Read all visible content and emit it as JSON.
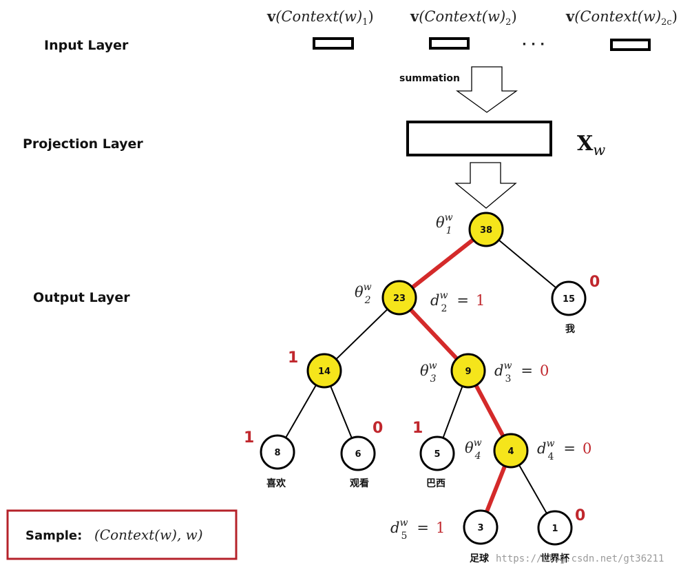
{
  "layers": {
    "input": "Input  Layer",
    "projection": "Projection  Layer",
    "output": "Output Layer"
  },
  "input_vectors": [
    {
      "v": "v",
      "body": "(Context(w)",
      "sub": "1",
      "close": ")"
    },
    {
      "v": "v",
      "body": "(Context(w)",
      "sub": "2",
      "close": ")"
    },
    {
      "v": "v",
      "body": "(Context(w)",
      "sub": "2c",
      "close": ")"
    }
  ],
  "ellipsis": "· · ·",
  "summation_label": "summation",
  "projection_vector": {
    "base": "X",
    "sub": "w"
  },
  "tree": {
    "nodes": [
      {
        "id": "n38",
        "value": "38",
        "highlight": true
      },
      {
        "id": "n23",
        "value": "23",
        "highlight": true
      },
      {
        "id": "n15",
        "value": "15",
        "highlight": false,
        "word": "我"
      },
      {
        "id": "n14",
        "value": "14",
        "highlight": true
      },
      {
        "id": "n9",
        "value": "9",
        "highlight": true
      },
      {
        "id": "n8",
        "value": "8",
        "highlight": false,
        "word": "喜欢"
      },
      {
        "id": "n6",
        "value": "6",
        "highlight": false,
        "word": "观看"
      },
      {
        "id": "n5",
        "value": "5",
        "highlight": false,
        "word": "巴西"
      },
      {
        "id": "n4",
        "value": "4",
        "highlight": true
      },
      {
        "id": "n3",
        "value": "3",
        "highlight": false,
        "word": "足球"
      },
      {
        "id": "n1",
        "value": "1",
        "highlight": false,
        "word": "世界杯"
      }
    ],
    "thetas": [
      {
        "sym": "θ",
        "sup": "w",
        "sub": "1"
      },
      {
        "sym": "θ",
        "sup": "w",
        "sub": "2"
      },
      {
        "sym": "θ",
        "sup": "w",
        "sub": "3"
      },
      {
        "sym": "θ",
        "sup": "w",
        "sub": "4"
      }
    ],
    "path_codes": [
      {
        "sym": "d",
        "sup": "w",
        "sub": "2",
        "eq": "=",
        "val": "1"
      },
      {
        "sym": "d",
        "sup": "w",
        "sub": "3",
        "eq": "=",
        "val": "0"
      },
      {
        "sym": "d",
        "sup": "w",
        "sub": "4",
        "eq": "=",
        "val": "0"
      },
      {
        "sym": "d",
        "sup": "w",
        "sub": "5",
        "eq": "=",
        "val": "1"
      }
    ],
    "branch_codes": {
      "n15": "0",
      "n14": "1",
      "n8": "1",
      "n6": "0",
      "n5": "1",
      "n1": "0"
    }
  },
  "sample": {
    "label": "Sample:",
    "expr": "(Context(w), w)"
  },
  "watermark": "https://blog.csdn.net/gt36211",
  "colors": {
    "highlight_fill": "#f5e51b",
    "path_red": "#d42a2a",
    "code_red": "#c0272d",
    "sample_border": "#b5222a"
  }
}
